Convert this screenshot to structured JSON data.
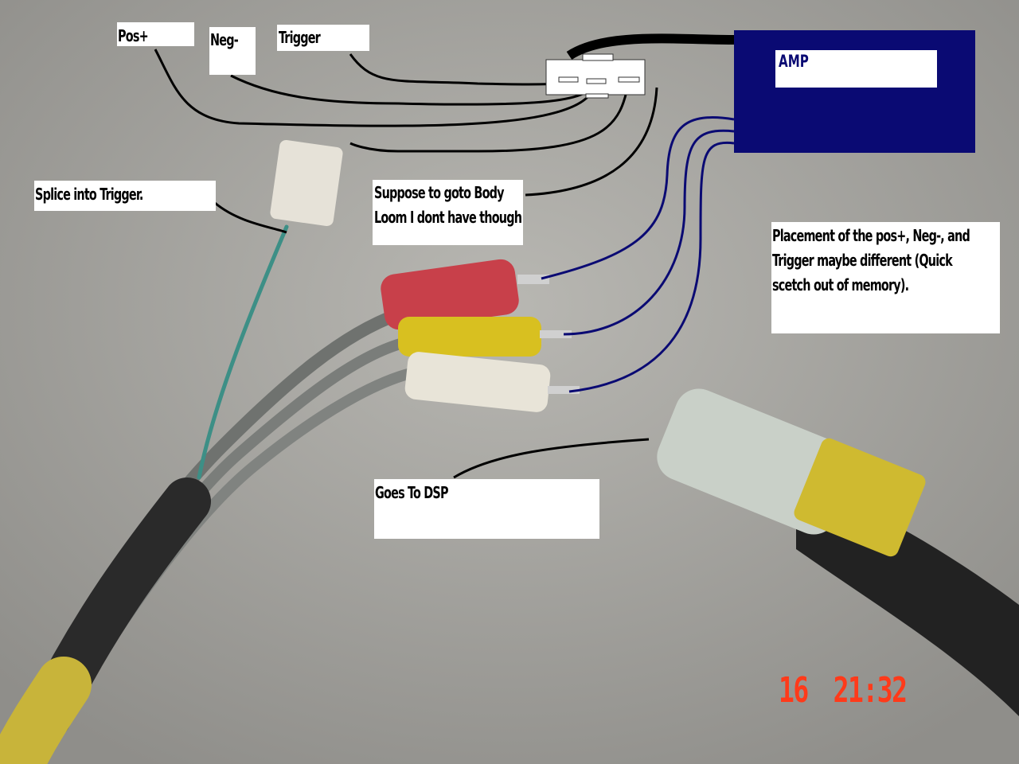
{
  "labels": {
    "pos": "Pos+",
    "neg": "Neg-",
    "trigger": "Trigger",
    "amp": "AMP",
    "splice": "Splice into Trigger.",
    "body_loom": "Suppose to goto Body\nLoom I dont have though",
    "placement_note": "Placement of the pos+, Neg-, and\nTrigger maybe different (Quick\nscetch out of memory).",
    "dsp": "Goes To DSP"
  },
  "timestamp": "16 21:32",
  "colors": {
    "amp": "#0a0a73",
    "wire_blue": "#0a0a73",
    "stamp": "#ff3a1a",
    "rca_red": "#c8404a",
    "rca_yellow": "#d8c020",
    "rca_white": "#e8e4d8"
  }
}
